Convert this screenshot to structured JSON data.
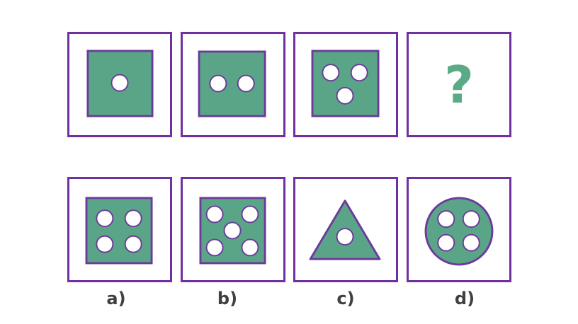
{
  "colors": {
    "border": "#7030a0",
    "fill": "#5aa587",
    "shape_stroke": "#6b3a9a",
    "dot_fill": "#ffffff",
    "question_mark": "#5aaa85"
  },
  "sequence": [
    {
      "shape": "square",
      "dots": 1
    },
    {
      "shape": "square",
      "dots": 2
    },
    {
      "shape": "square",
      "dots": 3
    },
    {
      "unknown": true,
      "symbol": "?"
    }
  ],
  "options": [
    {
      "label": "a)",
      "shape": "square",
      "dots": 4
    },
    {
      "label": "b)",
      "shape": "square",
      "dots": 5
    },
    {
      "label": "c)",
      "shape": "triangle",
      "dots": 1
    },
    {
      "label": "d)",
      "shape": "circle",
      "dots": 4
    }
  ]
}
